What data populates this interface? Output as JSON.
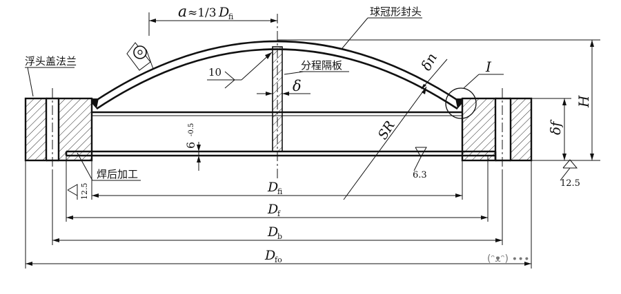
{
  "labels": {
    "a_symbol": "a",
    "a_formula": "≈1/3",
    "a_D": "D",
    "a_D_sub": "fi",
    "sphere_head": "球冠形封头",
    "float_head_flange": "浮头盖法兰",
    "pass_partition": "分程隔板",
    "weld_size": "10",
    "delta": "δ",
    "delta_n": "δn",
    "delta_f": "δf",
    "label_I": "I",
    "H": "H",
    "SR": "SR",
    "partition_thk": "6",
    "partition_tol": "-0.5",
    "machined_after_weld": "焊后加工",
    "rough_6_3": "6.3",
    "rough_12_5_left": "12.5",
    "rough_12_5_right": "12.5",
    "D_main": "D",
    "Dfi_sub": "fi",
    "Df_sub": "f",
    "Db_sub": "b",
    "Dfo_sub": "fo",
    "watermark": "(ᵔᴥᵔ) ∙∙∙"
  }
}
